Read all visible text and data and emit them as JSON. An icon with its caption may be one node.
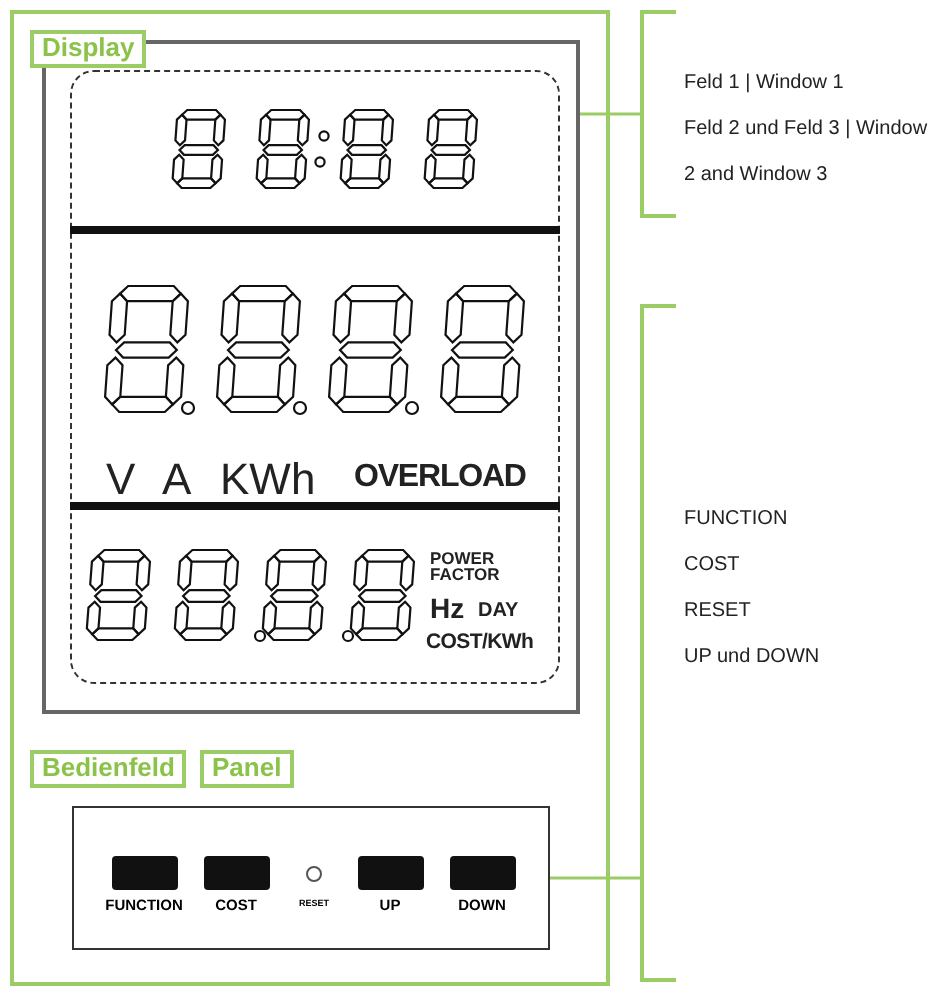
{
  "diagram": {
    "nodes": [
      {
        "text": [
          "Display"
        ]
      },
      {
        "text": [
          "V",
          "A",
          "KWh",
          "OVERLOAD",
          "POWER FACTOR",
          "Hz",
          "DAY",
          "COST/KWh"
        ],
        "in": 0
      },
      {
        "text": [
          "Bedienfeld",
          "Panel"
        ]
      },
      {
        "text": [
          "FUNCTION"
        ],
        "in": 2
      },
      {
        "text": [
          "COST"
        ],
        "in": 2
      },
      {
        "text": [
          "RESET"
        ],
        "in": 2
      },
      {
        "text": [
          "UP"
        ],
        "in": 2
      },
      {
        "text": [
          "DOWN"
        ],
        "in": 2
      },
      {
        "text": [],
        "shape": "bracket",
        "beside": [
          "Feld 1 | Window 1",
          "Feld 2 und Feld 3 | Window 2 and Window 3"
        ]
      },
      {
        "text": [],
        "shape": "bracket",
        "beside": [
          "FUNCTION",
          "COST",
          "RESET",
          "UP und DOWN"
        ]
      }
    ],
    "edges": [
      {
        "from": 1,
        "to": 8,
        "arrow": "none"
      },
      {
        "from": 2,
        "to": 9,
        "arrow": "none"
      }
    ]
  }
}
